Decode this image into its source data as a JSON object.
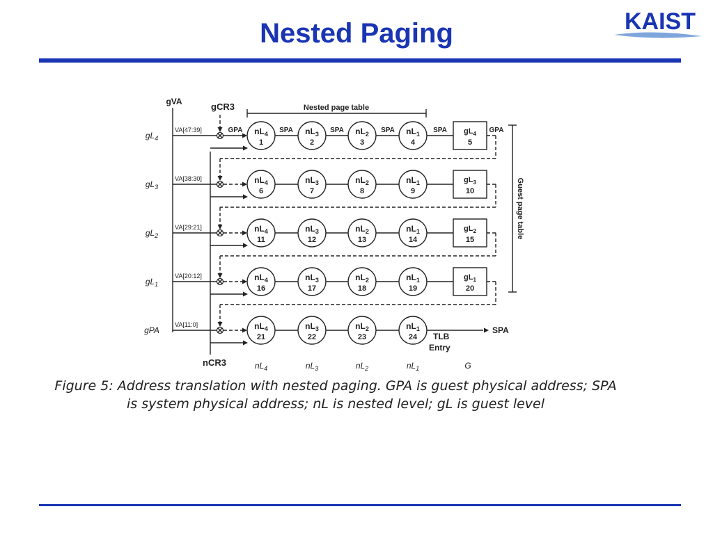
{
  "slide": {
    "title": "Nested Paging",
    "logo_text": "KAIST",
    "caption": "Figure 5: Address translation with nested paging. GPA is guest physical address; SPA is system physical address; nL is nested level; gL is guest level"
  },
  "colors": {
    "accent": "#1a35b4",
    "logo_swoosh": "#7fa6dc"
  },
  "diagram": {
    "gva_label": "gVA",
    "gcr3_label": "gCR3",
    "ncr3_label": "nCR3",
    "nested_page_table_label": "Nested page table",
    "guest_page_table_label": "Guest page table",
    "tlb_label": "TLB",
    "entry_label": "Entry",
    "output_spa": "SPA",
    "edge_labels": [
      "GPA",
      "SPA",
      "SPA",
      "SPA",
      "SPA",
      "GPA"
    ],
    "rows": [
      {
        "guest": "gL",
        "guest_sub": "4",
        "va": "VA[47:39]",
        "nums": [
          "1",
          "2",
          "3",
          "4"
        ],
        "box": {
          "base": "gL",
          "sub": "4",
          "num": "5"
        }
      },
      {
        "guest": "gL",
        "guest_sub": "3",
        "va": "VA[38:30]",
        "nums": [
          "6",
          "7",
          "8",
          "9"
        ],
        "box": {
          "base": "gL",
          "sub": "3",
          "num": "10"
        }
      },
      {
        "guest": "gL",
        "guest_sub": "2",
        "va": "VA[29:21]",
        "nums": [
          "11",
          "12",
          "13",
          "14"
        ],
        "box": {
          "base": "gL",
          "sub": "2",
          "num": "15"
        }
      },
      {
        "guest": "gL",
        "guest_sub": "1",
        "va": "VA[20:12]",
        "nums": [
          "16",
          "17",
          "18",
          "19"
        ],
        "box": {
          "base": "gL",
          "sub": "1",
          "num": "20"
        }
      },
      {
        "guest": "gPA",
        "guest_sub": "",
        "va": "VA[11:0]",
        "nums": [
          "21",
          "22",
          "23",
          "24"
        ],
        "box": null
      }
    ],
    "circle_levels": [
      {
        "base": "nL",
        "sub": "4"
      },
      {
        "base": "nL",
        "sub": "3"
      },
      {
        "base": "nL",
        "sub": "2"
      },
      {
        "base": "nL",
        "sub": "1"
      }
    ],
    "bottom_labels": [
      {
        "base": "nL",
        "sub": "4"
      },
      {
        "base": "nL",
        "sub": "3"
      },
      {
        "base": "nL",
        "sub": "2"
      },
      {
        "base": "nL",
        "sub": "1"
      },
      {
        "base": "G",
        "sub": ""
      }
    ]
  }
}
